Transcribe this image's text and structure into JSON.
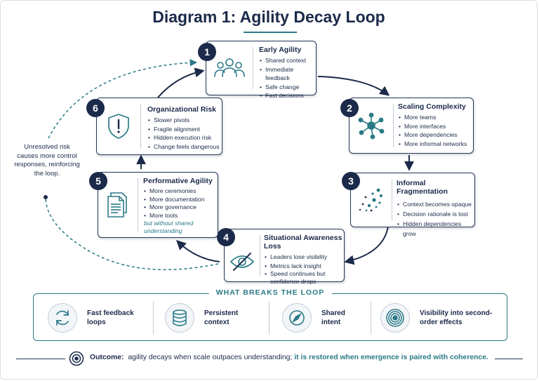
{
  "title": "Diagram 1: Agility Decay Loop",
  "steps": [
    {
      "number": "1",
      "title": "Early Agility",
      "icon": "people-group-icon",
      "bullets": [
        "Shared context",
        "Immediate feedback",
        "Safe change",
        "Fast decisions"
      ]
    },
    {
      "number": "2",
      "title": "Scaling Complexity",
      "icon": "network-nodes-icon",
      "bullets": [
        "More teams",
        "More interfaces",
        "More dependencies",
        "More informal networks"
      ]
    },
    {
      "number": "3",
      "title": "Informal Fragmentation",
      "icon": "scattered-dots-icon",
      "bullets": [
        "Context becomes opaque",
        "Decision rationale is lost",
        "Hidden dependencies grow"
      ]
    },
    {
      "number": "4",
      "title": "Situational Awareness Loss",
      "icon": "eye-slash-icon",
      "bullets": [
        "Leaders lose visibility",
        "Metrics lack insight",
        "Speed continues but confidence drops"
      ]
    },
    {
      "number": "5",
      "title": "Performative Agility",
      "icon": "documents-icon",
      "bullets": [
        "More ceremonies",
        "More documentation",
        "More governance",
        "More tools"
      ],
      "note": "but without shared understanding"
    },
    {
      "number": "6",
      "title": "Organizational Risk",
      "icon": "shield-alert-icon",
      "bullets": [
        "Slower pivots",
        "Fragile alignment",
        "Hidden execution risk",
        "Change feels dangerous"
      ]
    }
  ],
  "feedback_note": "Unresolved risk causes more control responses, reinforcing the loop.",
  "breaks_loop": {
    "title": "WHAT BREAKS THE LOOP",
    "items": [
      {
        "label": "Fast feedback loops",
        "icon": "refresh-arrows-icon"
      },
      {
        "label": "Persistent context",
        "icon": "database-icon"
      },
      {
        "label": "Shared intent",
        "icon": "compass-icon"
      },
      {
        "label": "Visibility into second-order effects",
        "icon": "ripple-rings-icon"
      }
    ]
  },
  "outcome": {
    "label": "Outcome:",
    "text": "agility decays when scale outpaces understanding;",
    "highlight": "it is restored when emergence is paired with coherence.",
    "icon": "target-icon"
  },
  "colors": {
    "navy": "#1b2a4a",
    "teal": "#2a7a86",
    "divider": "#c5ccd8"
  }
}
